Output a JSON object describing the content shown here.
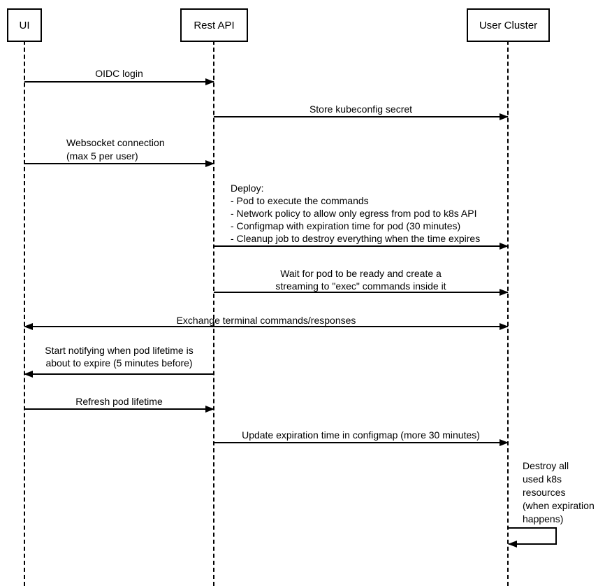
{
  "diagram": {
    "actors": [
      {
        "label": "UI"
      },
      {
        "label": "Rest API"
      },
      {
        "label": "User Cluster"
      }
    ],
    "messages": {
      "oidc_login": "OIDC login",
      "store_kubeconfig": "Store kubeconfig secret",
      "websocket_line1": "Websocket connection",
      "websocket_line2": "(max 5 per user)",
      "deploy_lines": [
        "Deploy:",
        "- Pod to execute the commands",
        "- Network policy to allow only egress from pod to k8s API",
        "- Configmap with expiration time for pod (30 minutes)",
        "- Cleanup job to destroy everything when the time expires"
      ],
      "wait_line1": "Wait for pod to be ready and create a",
      "wait_line2": "streaming to \"exec\" commands inside it",
      "exchange": "Exchange terminal commands/responses",
      "notify_line1": "Start notifying when pod lifetime is",
      "notify_line2": "about to expire (5 minutes before)",
      "refresh": "Refresh pod lifetime",
      "update_expiration": "Update expiration time in configmap (more 30 minutes)",
      "destroy_lines": [
        "Destroy all",
        "used k8s",
        "resources",
        "(when expiration",
        "happens)"
      ]
    }
  }
}
